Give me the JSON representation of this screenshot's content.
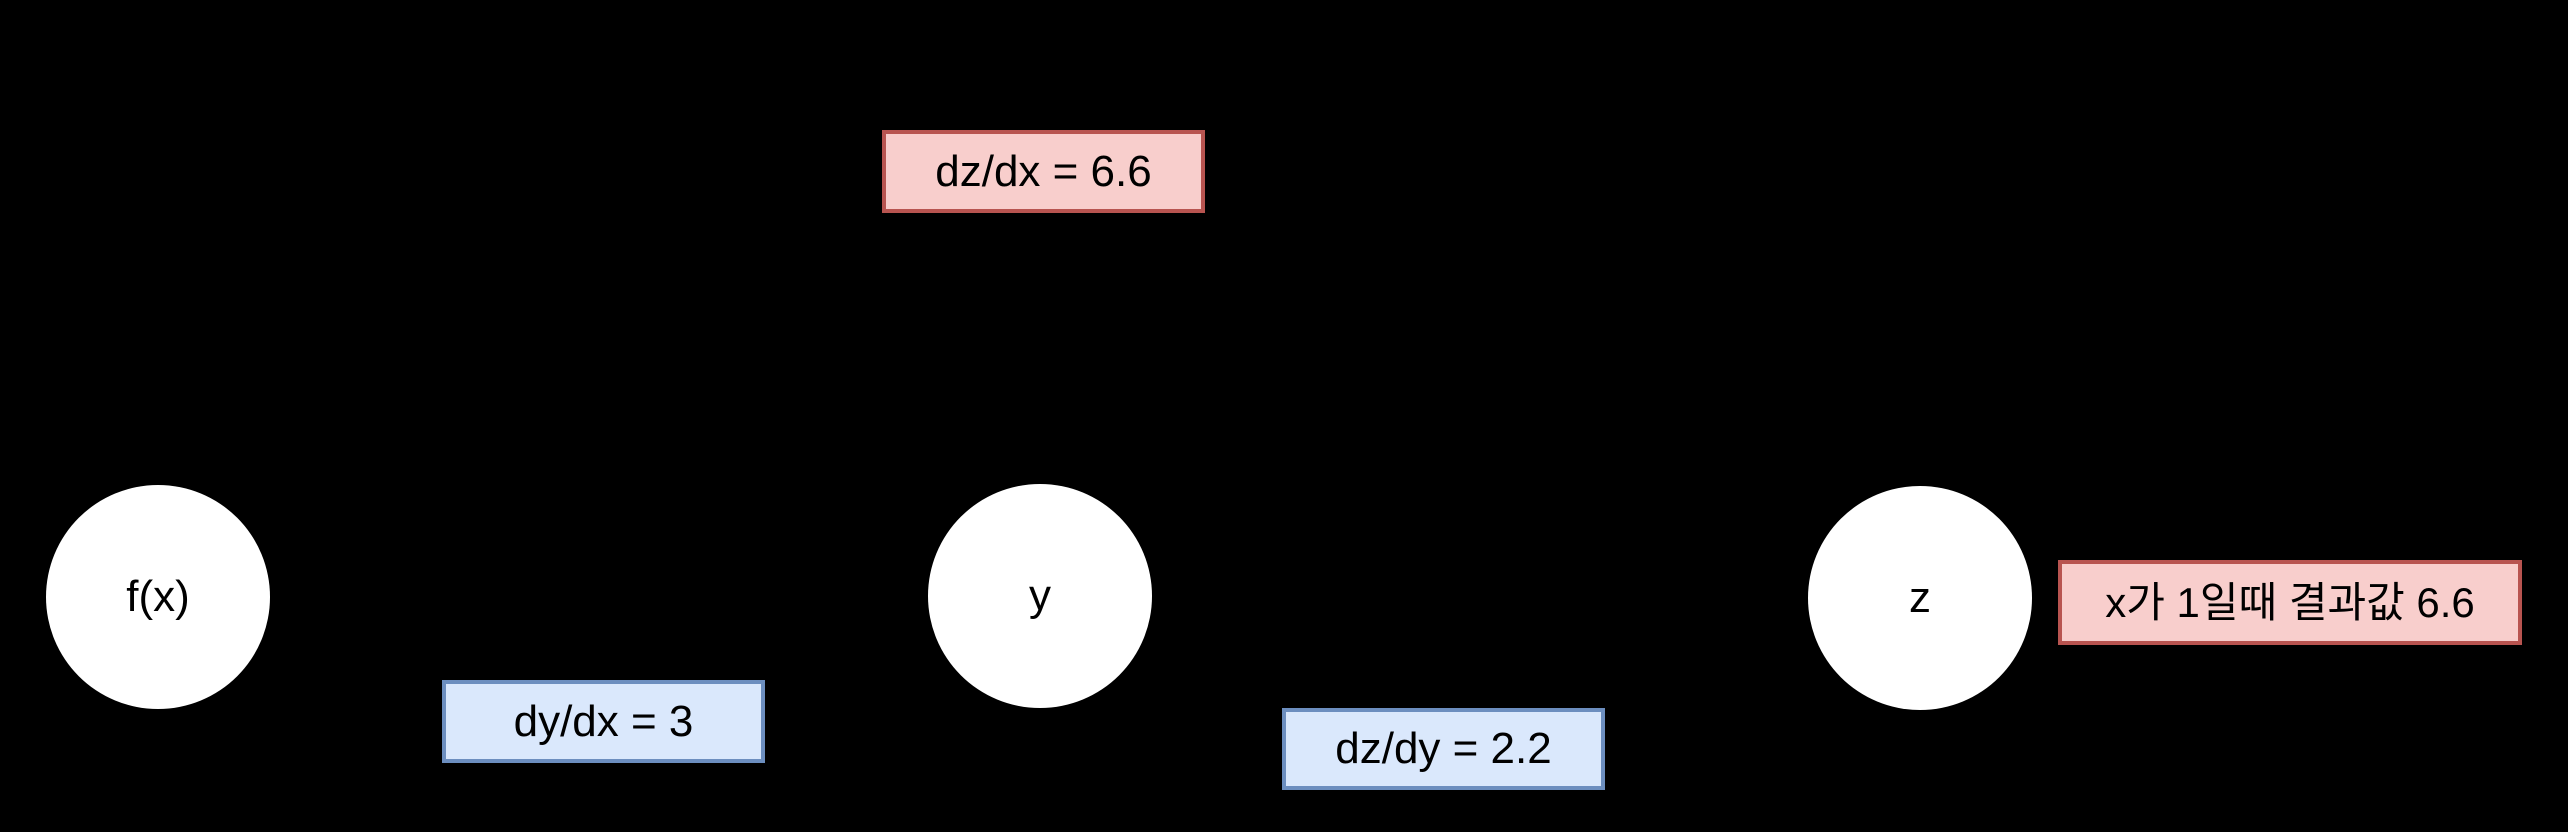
{
  "diagram": {
    "description": "Chain rule computational graph on black background",
    "nodes": [
      {
        "id": "fx",
        "label": "f(x)"
      },
      {
        "id": "y",
        "label": "y"
      },
      {
        "id": "z",
        "label": "z"
      }
    ],
    "labels": [
      {
        "id": "dzdx",
        "text": "dz/dx = 6.6",
        "style": "pink"
      },
      {
        "id": "dydx",
        "text": "dy/dx = 3",
        "style": "blue"
      },
      {
        "id": "dzdy",
        "text": "dz/dy = 2.2",
        "style": "blue"
      },
      {
        "id": "note",
        "text": "x가 1일때 결과값 6.6",
        "style": "pink"
      }
    ],
    "colors": {
      "background": "#000000",
      "node_fill": "#ffffff",
      "pink_fill": "#f8cecc",
      "pink_border": "#b85450",
      "blue_fill": "#dae8fc",
      "blue_border": "#6c8ebf",
      "text": "#000000"
    }
  }
}
